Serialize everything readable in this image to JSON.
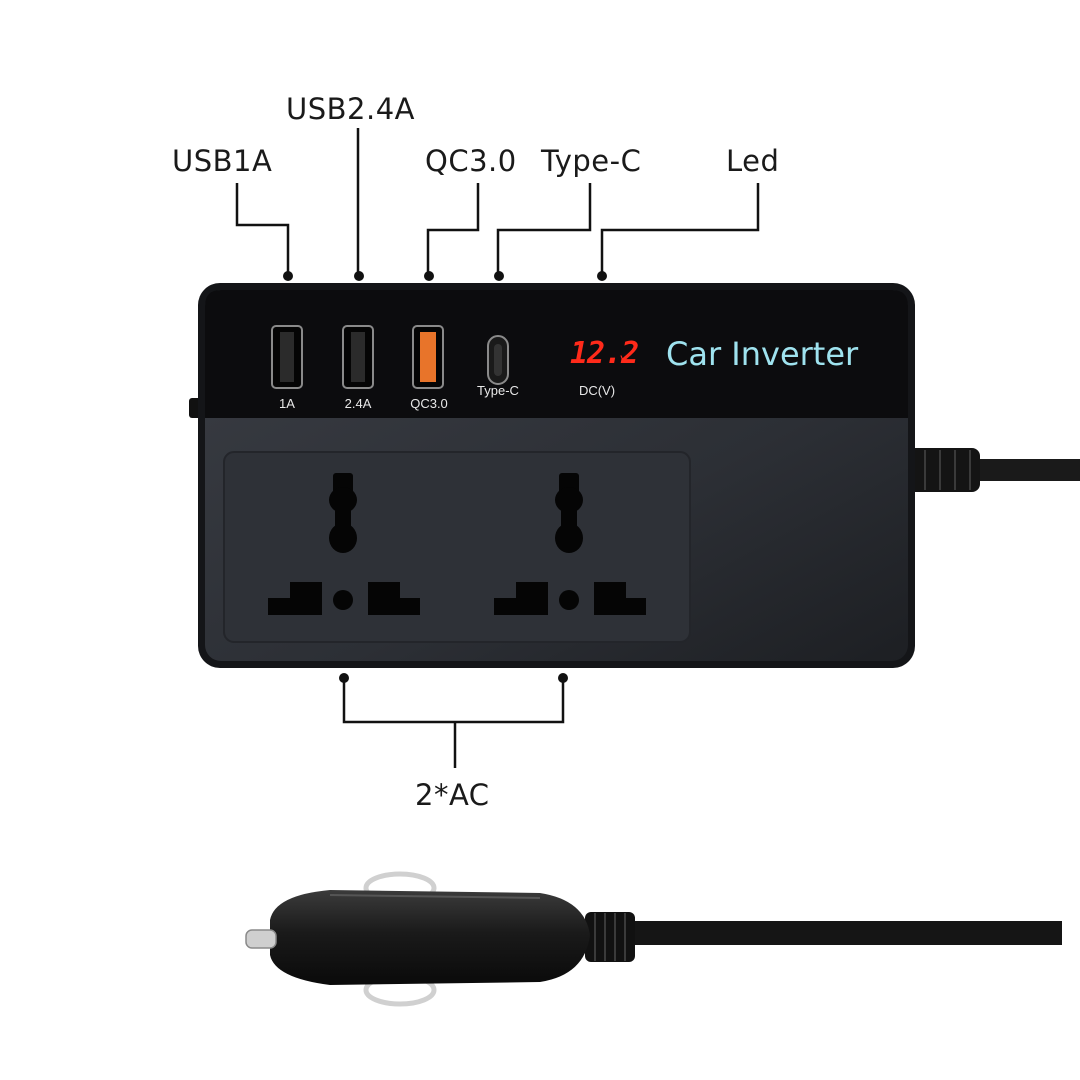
{
  "callouts": {
    "usb1a": "USB1A",
    "usb24a": "USB2.4A",
    "qc30": "QC3.0",
    "typec": "Type-C",
    "led": "Led",
    "ac": "2*AC"
  },
  "ports": {
    "p1": "1A",
    "p2": "2.4A",
    "p3": "QC3.0",
    "p4": "Type-C"
  },
  "display": {
    "reading": "12.2",
    "unit": "v",
    "label": "DC(V)"
  },
  "brand": "Car Inverter",
  "colors": {
    "body": "#2a2d33",
    "panel": "#0d0d0f",
    "qc_port": "#e8742a",
    "led": "#ff2a1a",
    "brand_text": "#9fe3ef"
  }
}
